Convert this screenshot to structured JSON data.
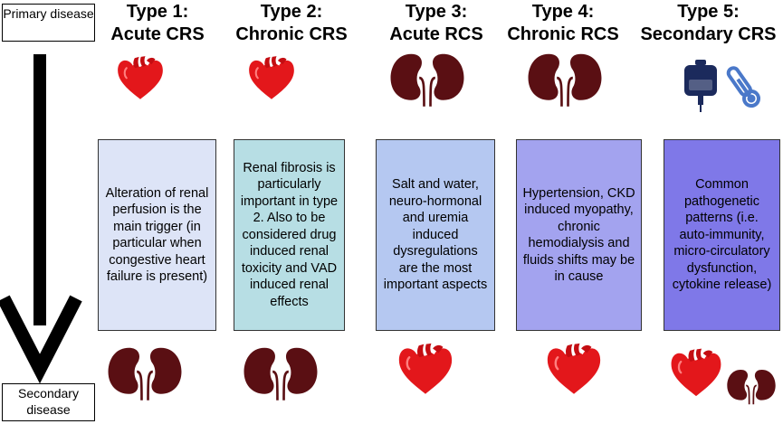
{
  "axis": {
    "primary": "Primary disease",
    "secondary": "Secondary disease"
  },
  "columns": [
    {
      "title_line1": "Type 1:",
      "title_line2": "Acute CRS",
      "description": "Alteration of renal perfusion is the main trigger (in particular when congestive heart failure is present)",
      "box_color": "#dde4f7",
      "top_icon": "heart-icon",
      "bottom_icon": "kidneys-icon"
    },
    {
      "title_line1": "Type 2:",
      "title_line2": "Chronic CRS",
      "description": "Renal fibrosis is particularly important in type 2. Also to be considered drug induced renal toxicity and VAD induced renal effects",
      "box_color": "#b7dee4",
      "top_icon": "heart-icon",
      "bottom_icon": "kidneys-icon"
    },
    {
      "title_line1": "Type 3:",
      "title_line2": "Acute RCS",
      "description": "Salt and water, neuro-hormonal and uremia induced dysregulations are the most important aspects",
      "box_color": "#b5c8f1",
      "top_icon": "kidneys-icon",
      "bottom_icon": "heart-icon"
    },
    {
      "title_line1": "Type 4:",
      "title_line2": "Chronic RCS",
      "description": "Hypertension, CKD induced myopathy, chronic hemodialysis and fluids shifts may be in cause",
      "box_color": "#a3a3ef",
      "top_icon": "kidneys-icon",
      "bottom_icon": "heart-icon"
    },
    {
      "title_line1": "Type 5:",
      "title_line2": "Secondary CRS",
      "description": "Common pathogenetic patterns (i.e. auto-immunity, micro-circulatory dysfunction, cytokine release)",
      "box_color": "#7f78e8",
      "top_icon": "iv-bag-and-thermometer-icons",
      "bottom_icon": "heart-and-kidneys-icons"
    }
  ],
  "colors": {
    "heart": "#e3171b",
    "kidney": "#5a0f13",
    "navy": "#1b2a5c",
    "blue": "#4a78c9",
    "arrow": "#000000"
  }
}
